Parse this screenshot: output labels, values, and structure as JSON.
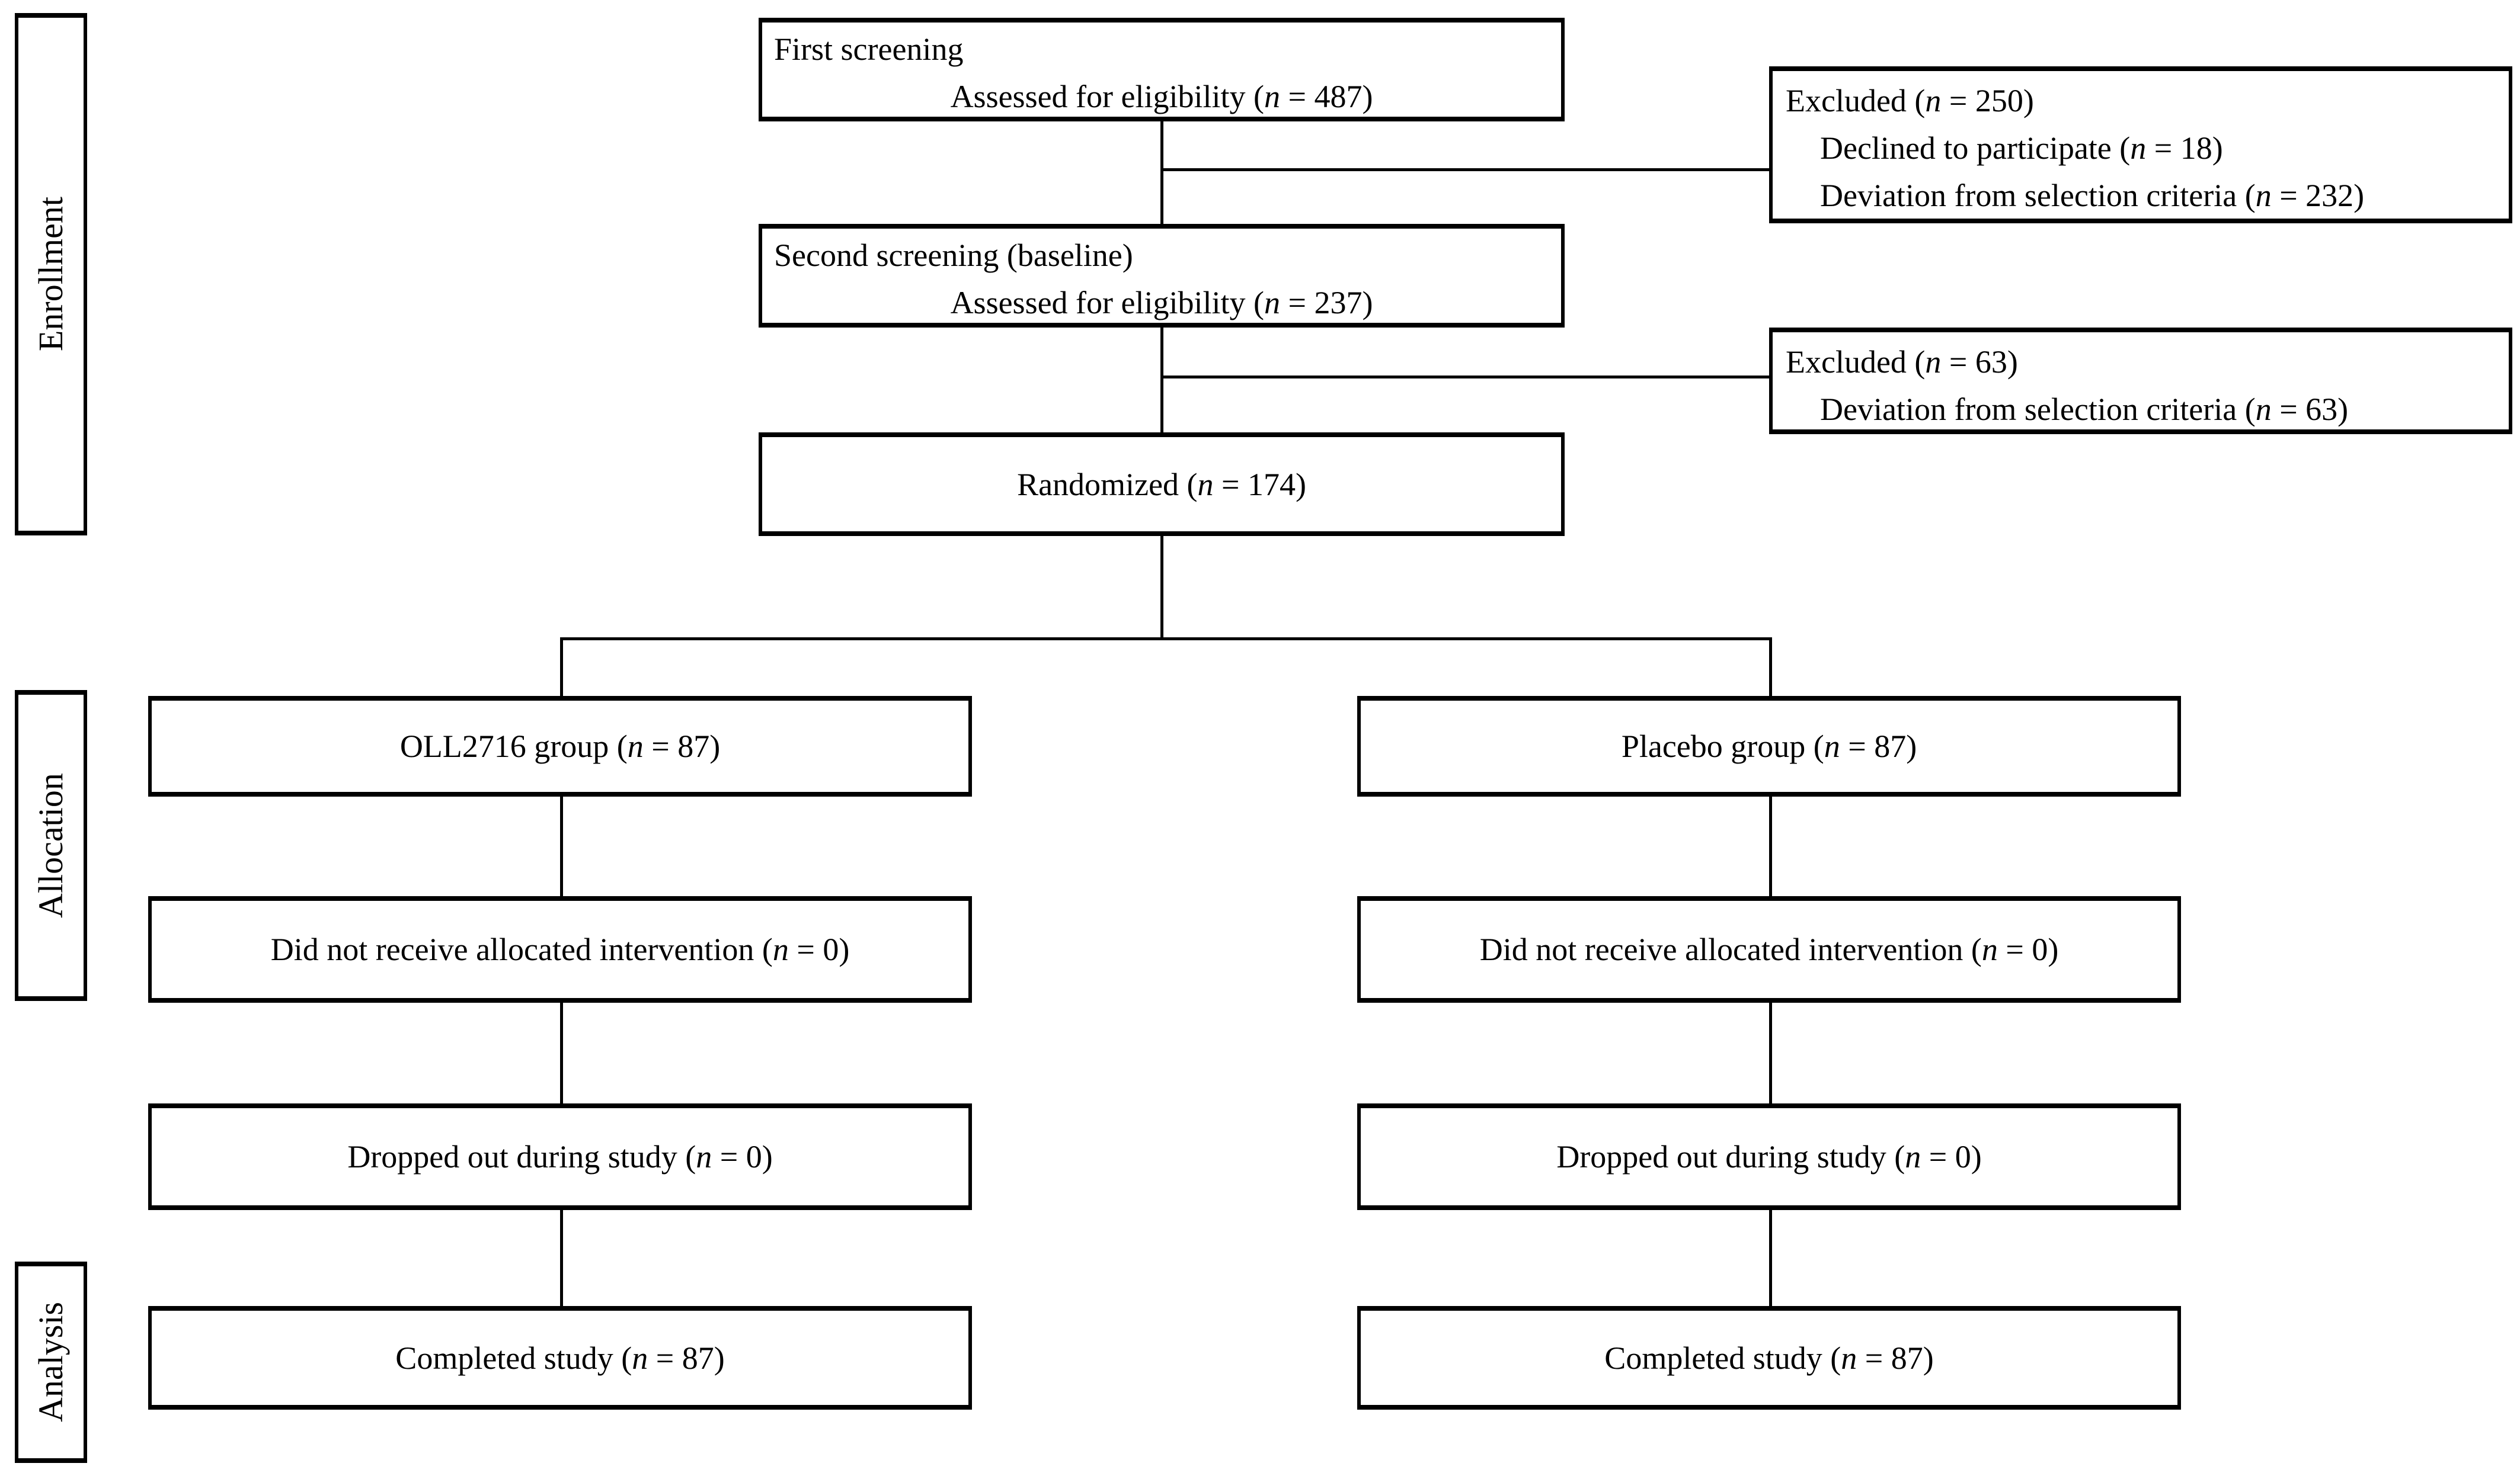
{
  "figure": {
    "background": "#ffffff",
    "line_color": "#000000",
    "stages": [
      {
        "label": "Enrollment"
      },
      {
        "label": "Allocation"
      },
      {
        "label": "Analysis"
      }
    ],
    "boxes": {
      "first_screening": {
        "title": "First screening",
        "subtitle": "Assessed for eligibility (n = 487)"
      },
      "excluded_first": {
        "title": "Excluded (n = 250)",
        "reasons": [
          "Declined to participate (n = 18)",
          "Deviation from selection criteria (n = 232)"
        ]
      },
      "second_screening": {
        "title": "Second screening (baseline)",
        "subtitle": "Assessed for eligibility (n = 237)"
      },
      "excluded_second": {
        "title": "Excluded (n = 63)",
        "reasons": [
          "Deviation from selection criteria (n = 63)"
        ]
      },
      "randomized": {
        "label": "Randomized (n = 174)"
      }
    },
    "arms": [
      {
        "name": "OLL2716",
        "allocation": "OLL2716 group (n = 87)",
        "not_received": "Did not receive allocated intervention (n = 0)",
        "dropped_out": "Dropped out during study (n = 0)",
        "completed": "Completed study (n = 87)"
      },
      {
        "name": "Placebo",
        "allocation": "Placebo group (n = 87)",
        "not_received": "Did not receive allocated intervention (n = 0)",
        "dropped_out": "Dropped out during study (n = 0)",
        "completed": "Completed study (n = 87)"
      }
    ]
  }
}
